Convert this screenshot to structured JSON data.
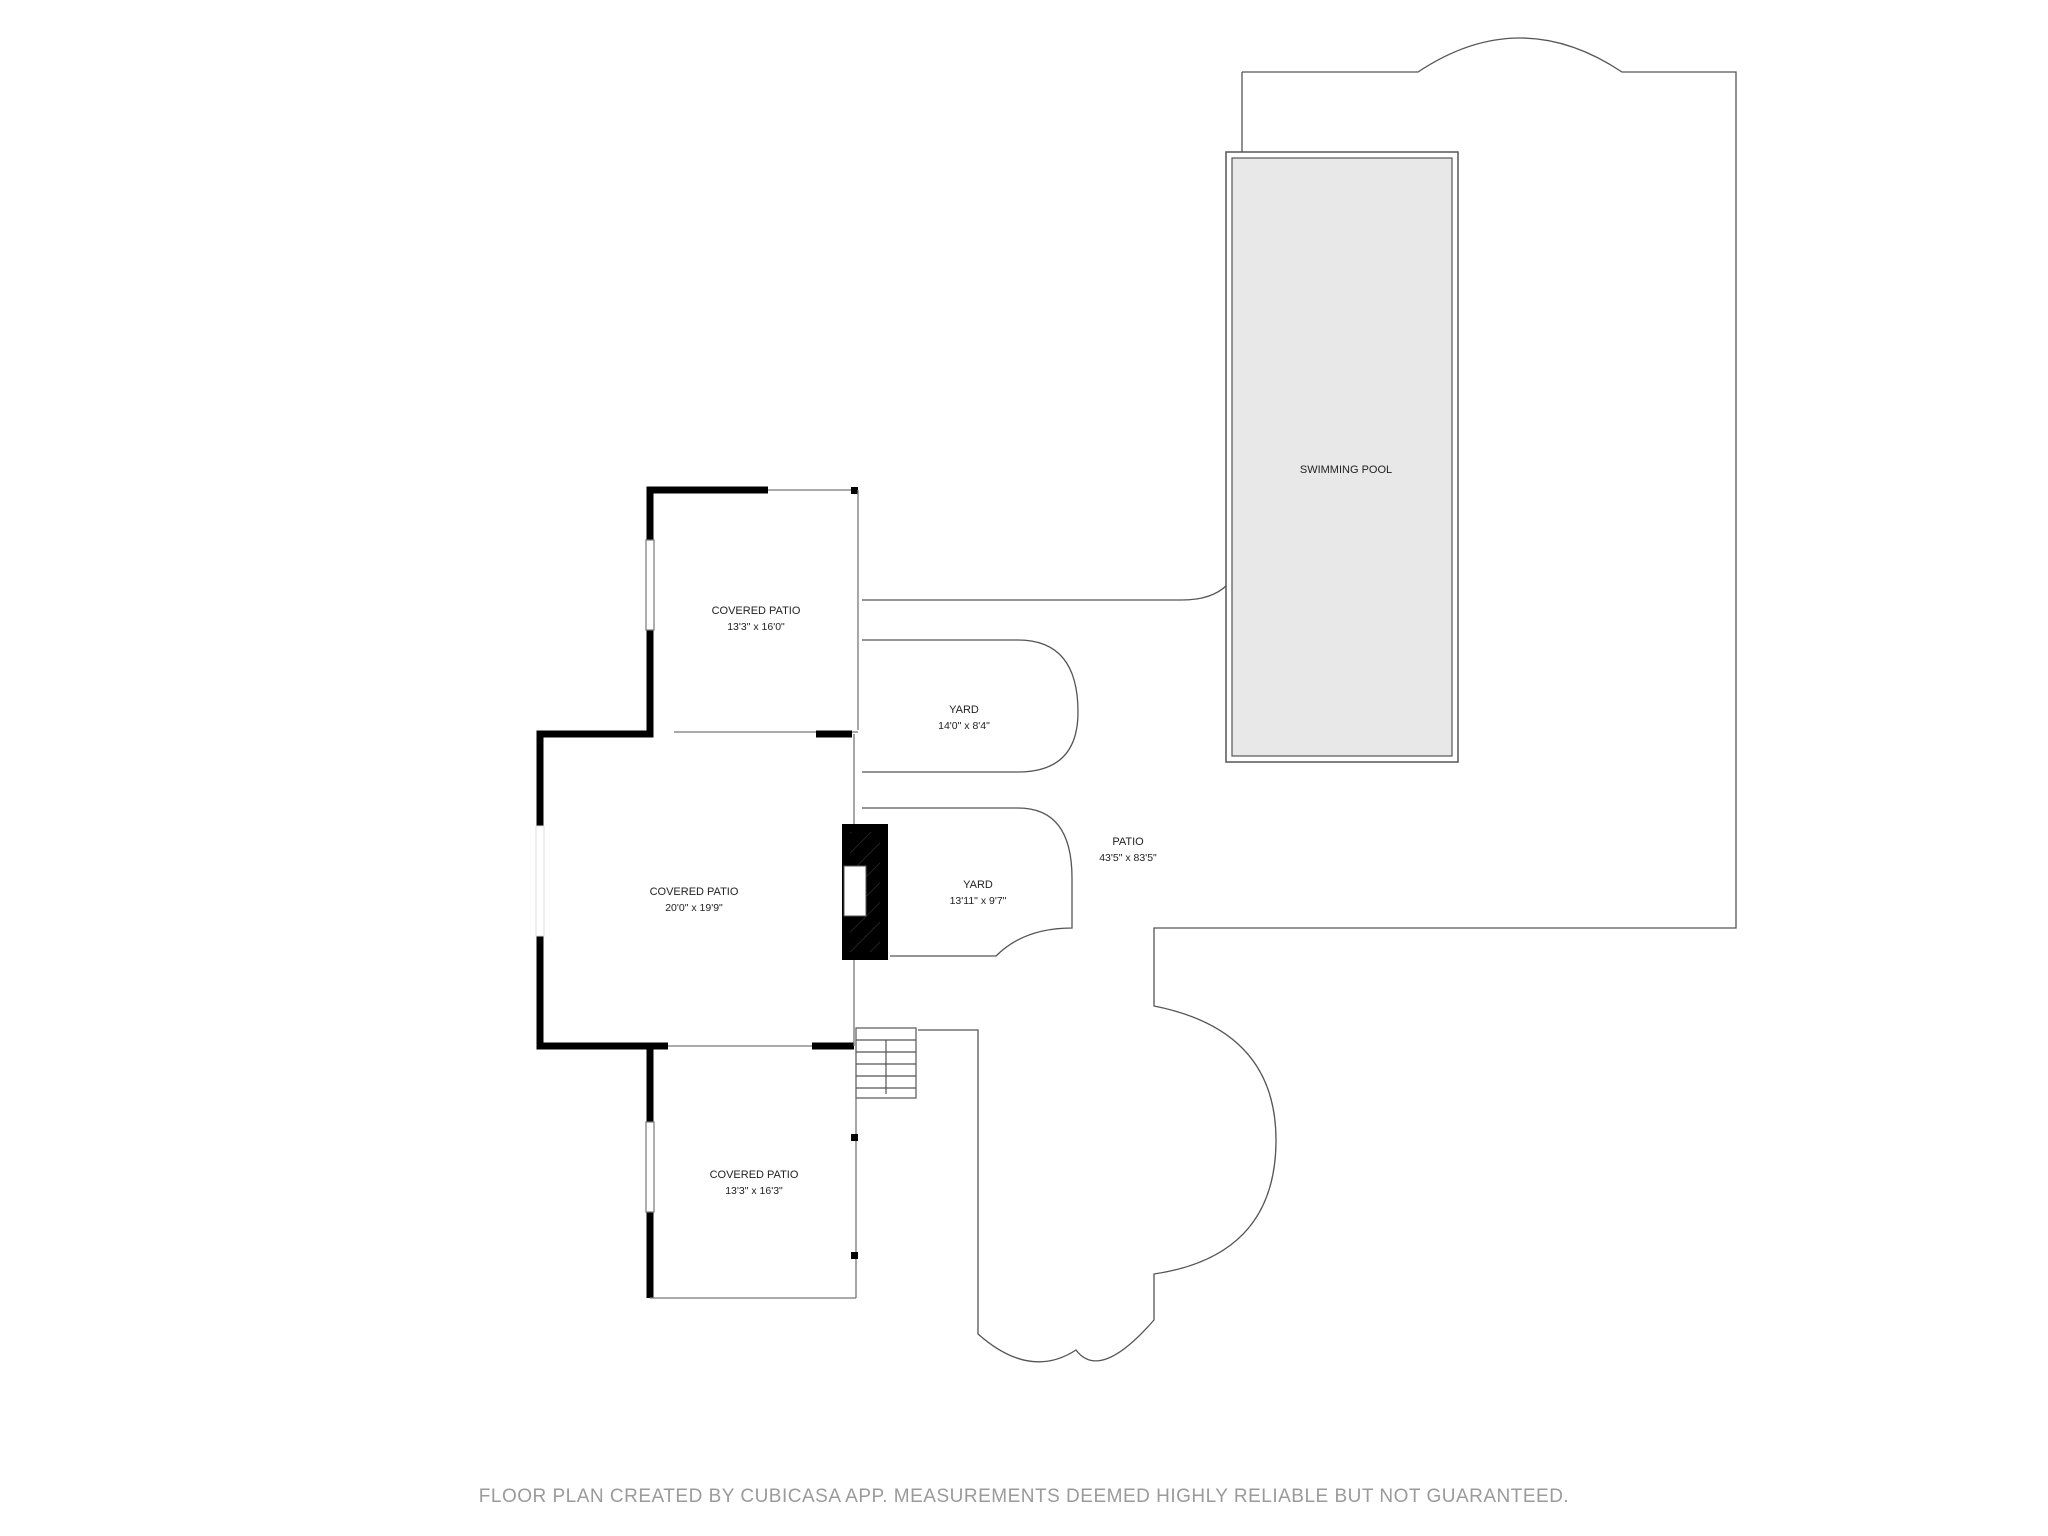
{
  "rooms": {
    "covered_patio_top": {
      "name": "COVERED PATIO",
      "dimensions": "13'3\" x 16'0\""
    },
    "covered_patio_middle": {
      "name": "COVERED PATIO",
      "dimensions": "20'0\" x 19'9\""
    },
    "covered_patio_bottom": {
      "name": "COVERED PATIO",
      "dimensions": "13'3\" x 16'3\""
    },
    "yard_upper": {
      "name": "YARD",
      "dimensions": "14'0\" x 8'4\""
    },
    "yard_lower": {
      "name": "YARD",
      "dimensions": "13'11\" x 9'7\""
    },
    "patio": {
      "name": "PATIO",
      "dimensions": "43'5\" x 83'5\""
    },
    "pool": {
      "name": "SWIMMING POOL"
    }
  },
  "colors": {
    "wall": "#000000",
    "line": "#555555",
    "pool_fill": "#e8e8e8",
    "text": "#222222",
    "footer_text": "#9a9a9a"
  },
  "footer": {
    "disclaimer": "FLOOR PLAN CREATED BY CUBICASA APP. MEASUREMENTS DEEMED HIGHLY RELIABLE BUT NOT GUARANTEED."
  }
}
